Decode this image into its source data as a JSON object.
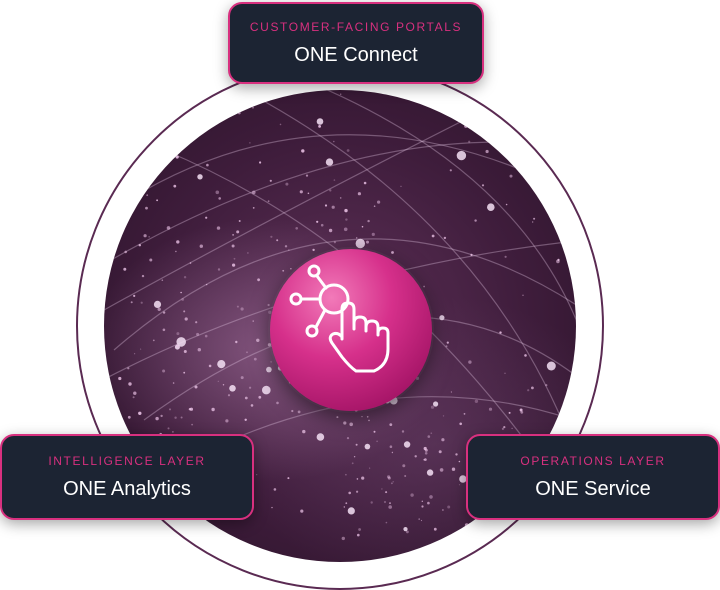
{
  "colors": {
    "accent": "#d8307f",
    "card_bg": "#1c2433",
    "globe_dark": "#3f1d3c",
    "hub": "#d6308b",
    "ring": "#5a2a52"
  },
  "hub": {
    "icon": "touch-network-icon"
  },
  "cards": {
    "top": {
      "kicker": "CUSTOMER-FACING PORTALS",
      "title": "ONE Connect"
    },
    "left": {
      "kicker": "INTELLIGENCE LAYER",
      "title": "ONE Analytics"
    },
    "right": {
      "kicker": "OPERATIONS LAYER",
      "title": "ONE Service"
    }
  }
}
